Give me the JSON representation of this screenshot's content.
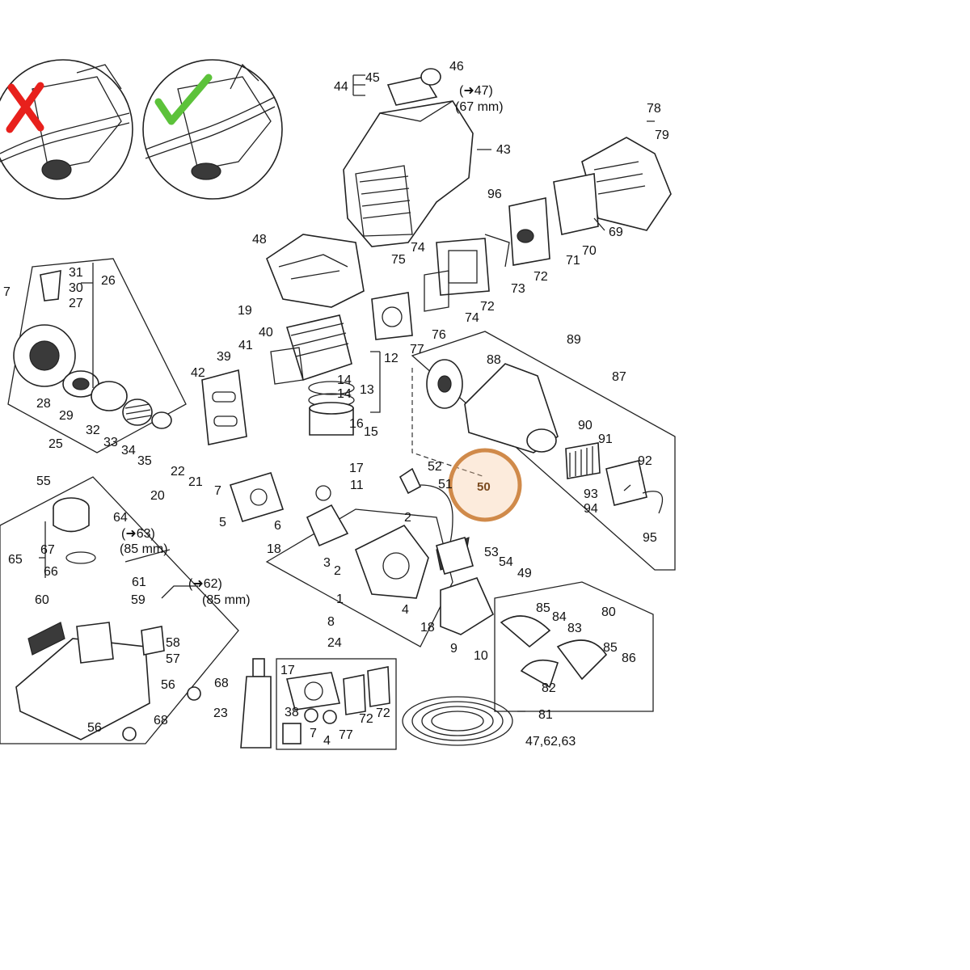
{
  "colors": {
    "background": "#ffffff",
    "ink": "#222222",
    "highlight_ring": "#d08a4a",
    "highlight_fill": "#f6c79a",
    "wrong_mark": "#e8201c",
    "right_mark": "#5cc23a"
  },
  "insets": {
    "wrong_icon": "red-x-icon",
    "right_icon": "green-check-icon"
  },
  "highlight": {
    "label": "50"
  },
  "part_labels": [
    {
      "text": "44"
    },
    {
      "text": "45"
    },
    {
      "text": "46"
    },
    {
      "text": "(➜47)"
    },
    {
      "text": "(67 mm)"
    },
    {
      "text": "43"
    },
    {
      "text": "78"
    },
    {
      "text": "79"
    },
    {
      "text": "96"
    },
    {
      "text": "69"
    },
    {
      "text": "48"
    },
    {
      "text": "74"
    },
    {
      "text": "75"
    },
    {
      "text": "70"
    },
    {
      "text": "71"
    },
    {
      "text": "72"
    },
    {
      "text": "73"
    },
    {
      "text": "31"
    },
    {
      "text": "30"
    },
    {
      "text": "26"
    },
    {
      "text": "27"
    },
    {
      "text": "19"
    },
    {
      "text": "72"
    },
    {
      "text": "74"
    },
    {
      "text": "76"
    },
    {
      "text": "77"
    },
    {
      "text": "89"
    },
    {
      "text": "40"
    },
    {
      "text": "41"
    },
    {
      "text": "39"
    },
    {
      "text": "12"
    },
    {
      "text": "88"
    },
    {
      "text": "87"
    },
    {
      "text": "42"
    },
    {
      "text": "14"
    },
    {
      "text": "14"
    },
    {
      "text": "13"
    },
    {
      "text": "28"
    },
    {
      "text": "29"
    },
    {
      "text": "32"
    },
    {
      "text": "33"
    },
    {
      "text": "16"
    },
    {
      "text": "15"
    },
    {
      "text": "90"
    },
    {
      "text": "91"
    },
    {
      "text": "34"
    },
    {
      "text": "35"
    },
    {
      "text": "25"
    },
    {
      "text": "92"
    },
    {
      "text": "52"
    },
    {
      "text": "17"
    },
    {
      "text": "22"
    },
    {
      "text": "21"
    },
    {
      "text": "20"
    },
    {
      "text": "7"
    },
    {
      "text": "51"
    },
    {
      "text": "11"
    },
    {
      "text": "93"
    },
    {
      "text": "94"
    },
    {
      "text": "55"
    },
    {
      "text": "5"
    },
    {
      "text": "6"
    },
    {
      "text": "2"
    },
    {
      "text": "95"
    },
    {
      "text": "64"
    },
    {
      "text": "(➜63)"
    },
    {
      "text": "(85 mm)"
    },
    {
      "text": "18"
    },
    {
      "text": "67"
    },
    {
      "text": "65"
    },
    {
      "text": "66"
    },
    {
      "text": "53"
    },
    {
      "text": "54"
    },
    {
      "text": "3"
    },
    {
      "text": "2"
    },
    {
      "text": "49"
    },
    {
      "text": "61"
    },
    {
      "text": "(➜62)"
    },
    {
      "text": "(85 mm)"
    },
    {
      "text": "59"
    },
    {
      "text": "1"
    },
    {
      "text": "4"
    },
    {
      "text": "85"
    },
    {
      "text": "80"
    },
    {
      "text": "84"
    },
    {
      "text": "83"
    },
    {
      "text": "60"
    },
    {
      "text": "18"
    },
    {
      "text": "8"
    },
    {
      "text": "58"
    },
    {
      "text": "24"
    },
    {
      "text": "9"
    },
    {
      "text": "10"
    },
    {
      "text": "85"
    },
    {
      "text": "86"
    },
    {
      "text": "57"
    },
    {
      "text": "17"
    },
    {
      "text": "68"
    },
    {
      "text": "56"
    },
    {
      "text": "82"
    },
    {
      "text": "81"
    },
    {
      "text": "38"
    },
    {
      "text": "72"
    },
    {
      "text": "72"
    },
    {
      "text": "23"
    },
    {
      "text": "68"
    },
    {
      "text": "56"
    },
    {
      "text": "7"
    },
    {
      "text": "4"
    },
    {
      "text": "77"
    },
    {
      "text": "47,62,63"
    },
    {
      "text": "7"
    }
  ]
}
